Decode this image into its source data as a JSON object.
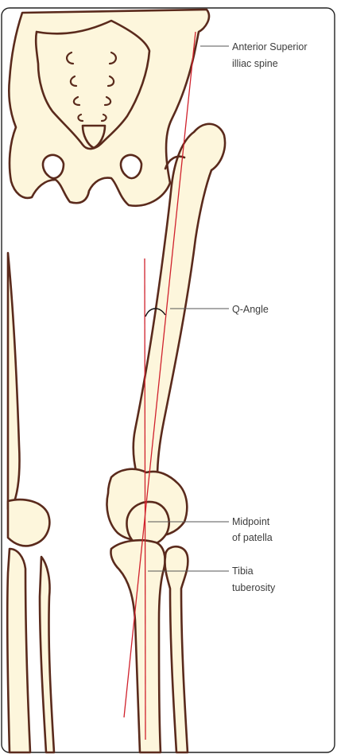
{
  "labels": {
    "asis_line1": "Anterior Superior",
    "asis_line2": "illiac spine",
    "q_angle": "Q-Angle",
    "patella_line1": "Midpoint",
    "patella_line2": "of patella",
    "tibia_line1": "Tibia",
    "tibia_line2": "tuberosity"
  },
  "colors": {
    "bone_fill": "#fdf6dc",
    "bone_outline": "#5a2a1c",
    "reference_line": "#d0212c",
    "leader": "#555555",
    "frame": "#222222"
  }
}
